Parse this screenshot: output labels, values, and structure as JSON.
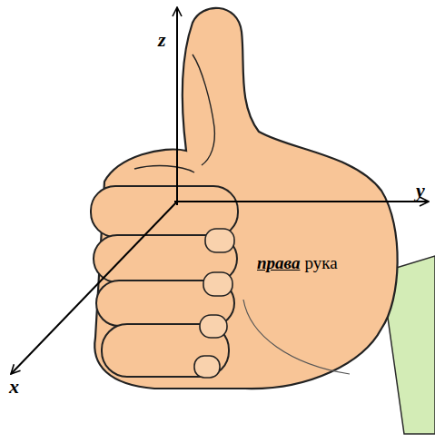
{
  "diagram": {
    "labels": [
      "z",
      "y",
      "x",
      "права",
      "рука"
    ]
  }
}
